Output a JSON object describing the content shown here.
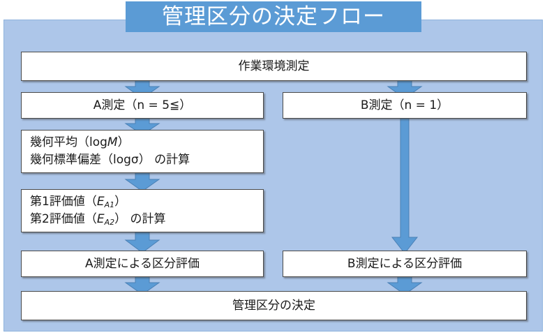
{
  "diagram": {
    "title": "管理区分の決定フロー",
    "colors": {
      "title_bar": "#5B9BD5",
      "panel_background": "#ADC6E9",
      "arrow_fill": "#5B9BD5",
      "arrow_stroke": "#4A80B5",
      "box_background": "#FFFFFF",
      "box_border": "#4A4A4A",
      "title_text": "#FFFFFF",
      "box_text": "#1A1A1A"
    },
    "nodes": {
      "measurement": "作業環境測定",
      "a_measurement": "A測定（n = 5≦）",
      "b_measurement": "B測定（n = 1）",
      "geometric": {
        "line1_prefix": "幾何平均（log",
        "line1_italic": "M",
        "line1_suffix": "）",
        "line2_prefix": "幾何標準偏差（logσ） の計算"
      },
      "evaluation": {
        "line1_prefix": "第1評価値（",
        "line1_italic": "E",
        "line1_sub": "A1",
        "line1_suffix": "）",
        "line2_prefix": "第2評価値（",
        "line2_italic": "E",
        "line2_sub": "A2",
        "line2_suffix": "） の計算"
      },
      "a_classification": "A測定による区分評価",
      "b_classification": "B測定による区分評価",
      "final": "管理区分の決定"
    },
    "arrows": [
      {
        "name": "measurement-to-a",
        "kind": "wide-short"
      },
      {
        "name": "measurement-to-b",
        "kind": "wide-short"
      },
      {
        "name": "a-to-geometric",
        "kind": "wide-short"
      },
      {
        "name": "geometric-to-evaluation",
        "kind": "wide-short"
      },
      {
        "name": "evaluation-to-a-classification",
        "kind": "wide-short"
      },
      {
        "name": "b-to-b-classification",
        "kind": "long-thin"
      },
      {
        "name": "a-classification-to-final",
        "kind": "wide-short"
      },
      {
        "name": "b-classification-to-final",
        "kind": "wide-short"
      }
    ]
  }
}
